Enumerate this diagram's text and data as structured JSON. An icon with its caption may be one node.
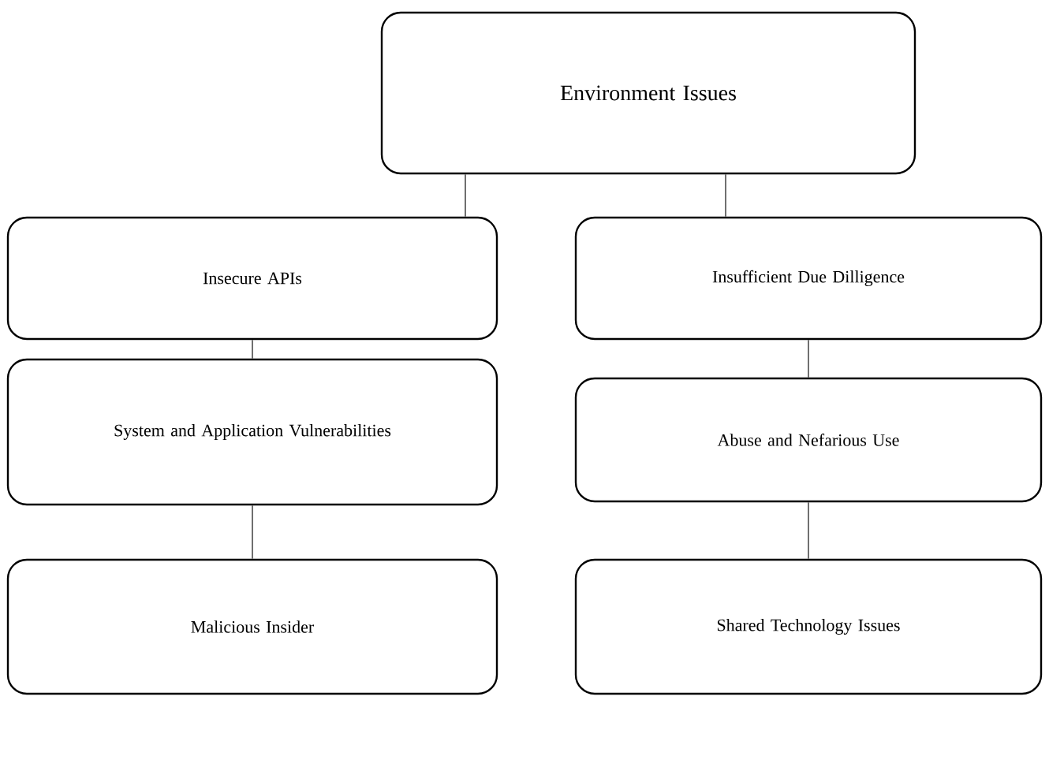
{
  "diagram": {
    "nodes": [
      {
        "text": [
          "Environment Issues"
        ]
      },
      {
        "text": [
          "Insecure APIs"
        ]
      },
      {
        "text": [
          "System and Application Vulnerabilities"
        ]
      },
      {
        "text": [
          "Malicious Insider"
        ]
      },
      {
        "text": [
          "Insufficient Due Dilligence"
        ]
      },
      {
        "text": [
          "Abuse and Nefarious Use"
        ]
      },
      {
        "text": [
          "Shared Technology Issues"
        ]
      }
    ],
    "edges": [
      {
        "from": 0,
        "to": 1,
        "arrow": "none"
      },
      {
        "from": 1,
        "to": 2,
        "arrow": "none"
      },
      {
        "from": 2,
        "to": 3,
        "arrow": "none"
      },
      {
        "from": 0,
        "to": 4,
        "arrow": "none"
      },
      {
        "from": 4,
        "to": 5,
        "arrow": "none"
      },
      {
        "from": 5,
        "to": 6,
        "arrow": "none"
      }
    ]
  }
}
